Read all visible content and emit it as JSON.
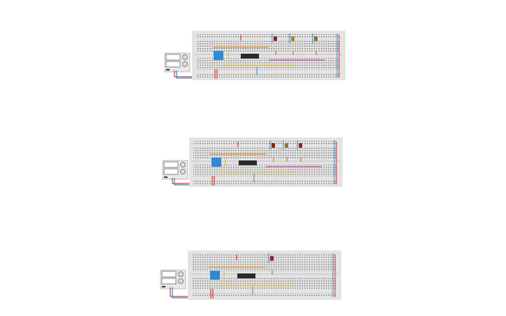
{
  "colors": {
    "board": "#e3e3e3",
    "hole": "#4a4a4a",
    "rail_red": "#e0302a",
    "rail_blue": "#2a8ccf",
    "wire_orange": "#f0901e",
    "wire_yellow": "#e8c21a",
    "wire_pink": "#d63a8c",
    "wire_red": "#e0302a",
    "wire_blue": "#2a8ccf",
    "dip_switch": "#2f8ad6",
    "chip": "#2a2a2a"
  },
  "circuits": [
    {
      "leds": [
        "#9a1b1b",
        "#9a8a2a",
        "#8a6a2a"
      ],
      "resistors": 3
    },
    {
      "leds": [
        "#9a1b1b",
        "#8a7a2a",
        "#9a1b1b"
      ],
      "resistors": 3
    },
    {
      "leds": [
        "#9a1b1b"
      ],
      "resistors": 1
    }
  ]
}
